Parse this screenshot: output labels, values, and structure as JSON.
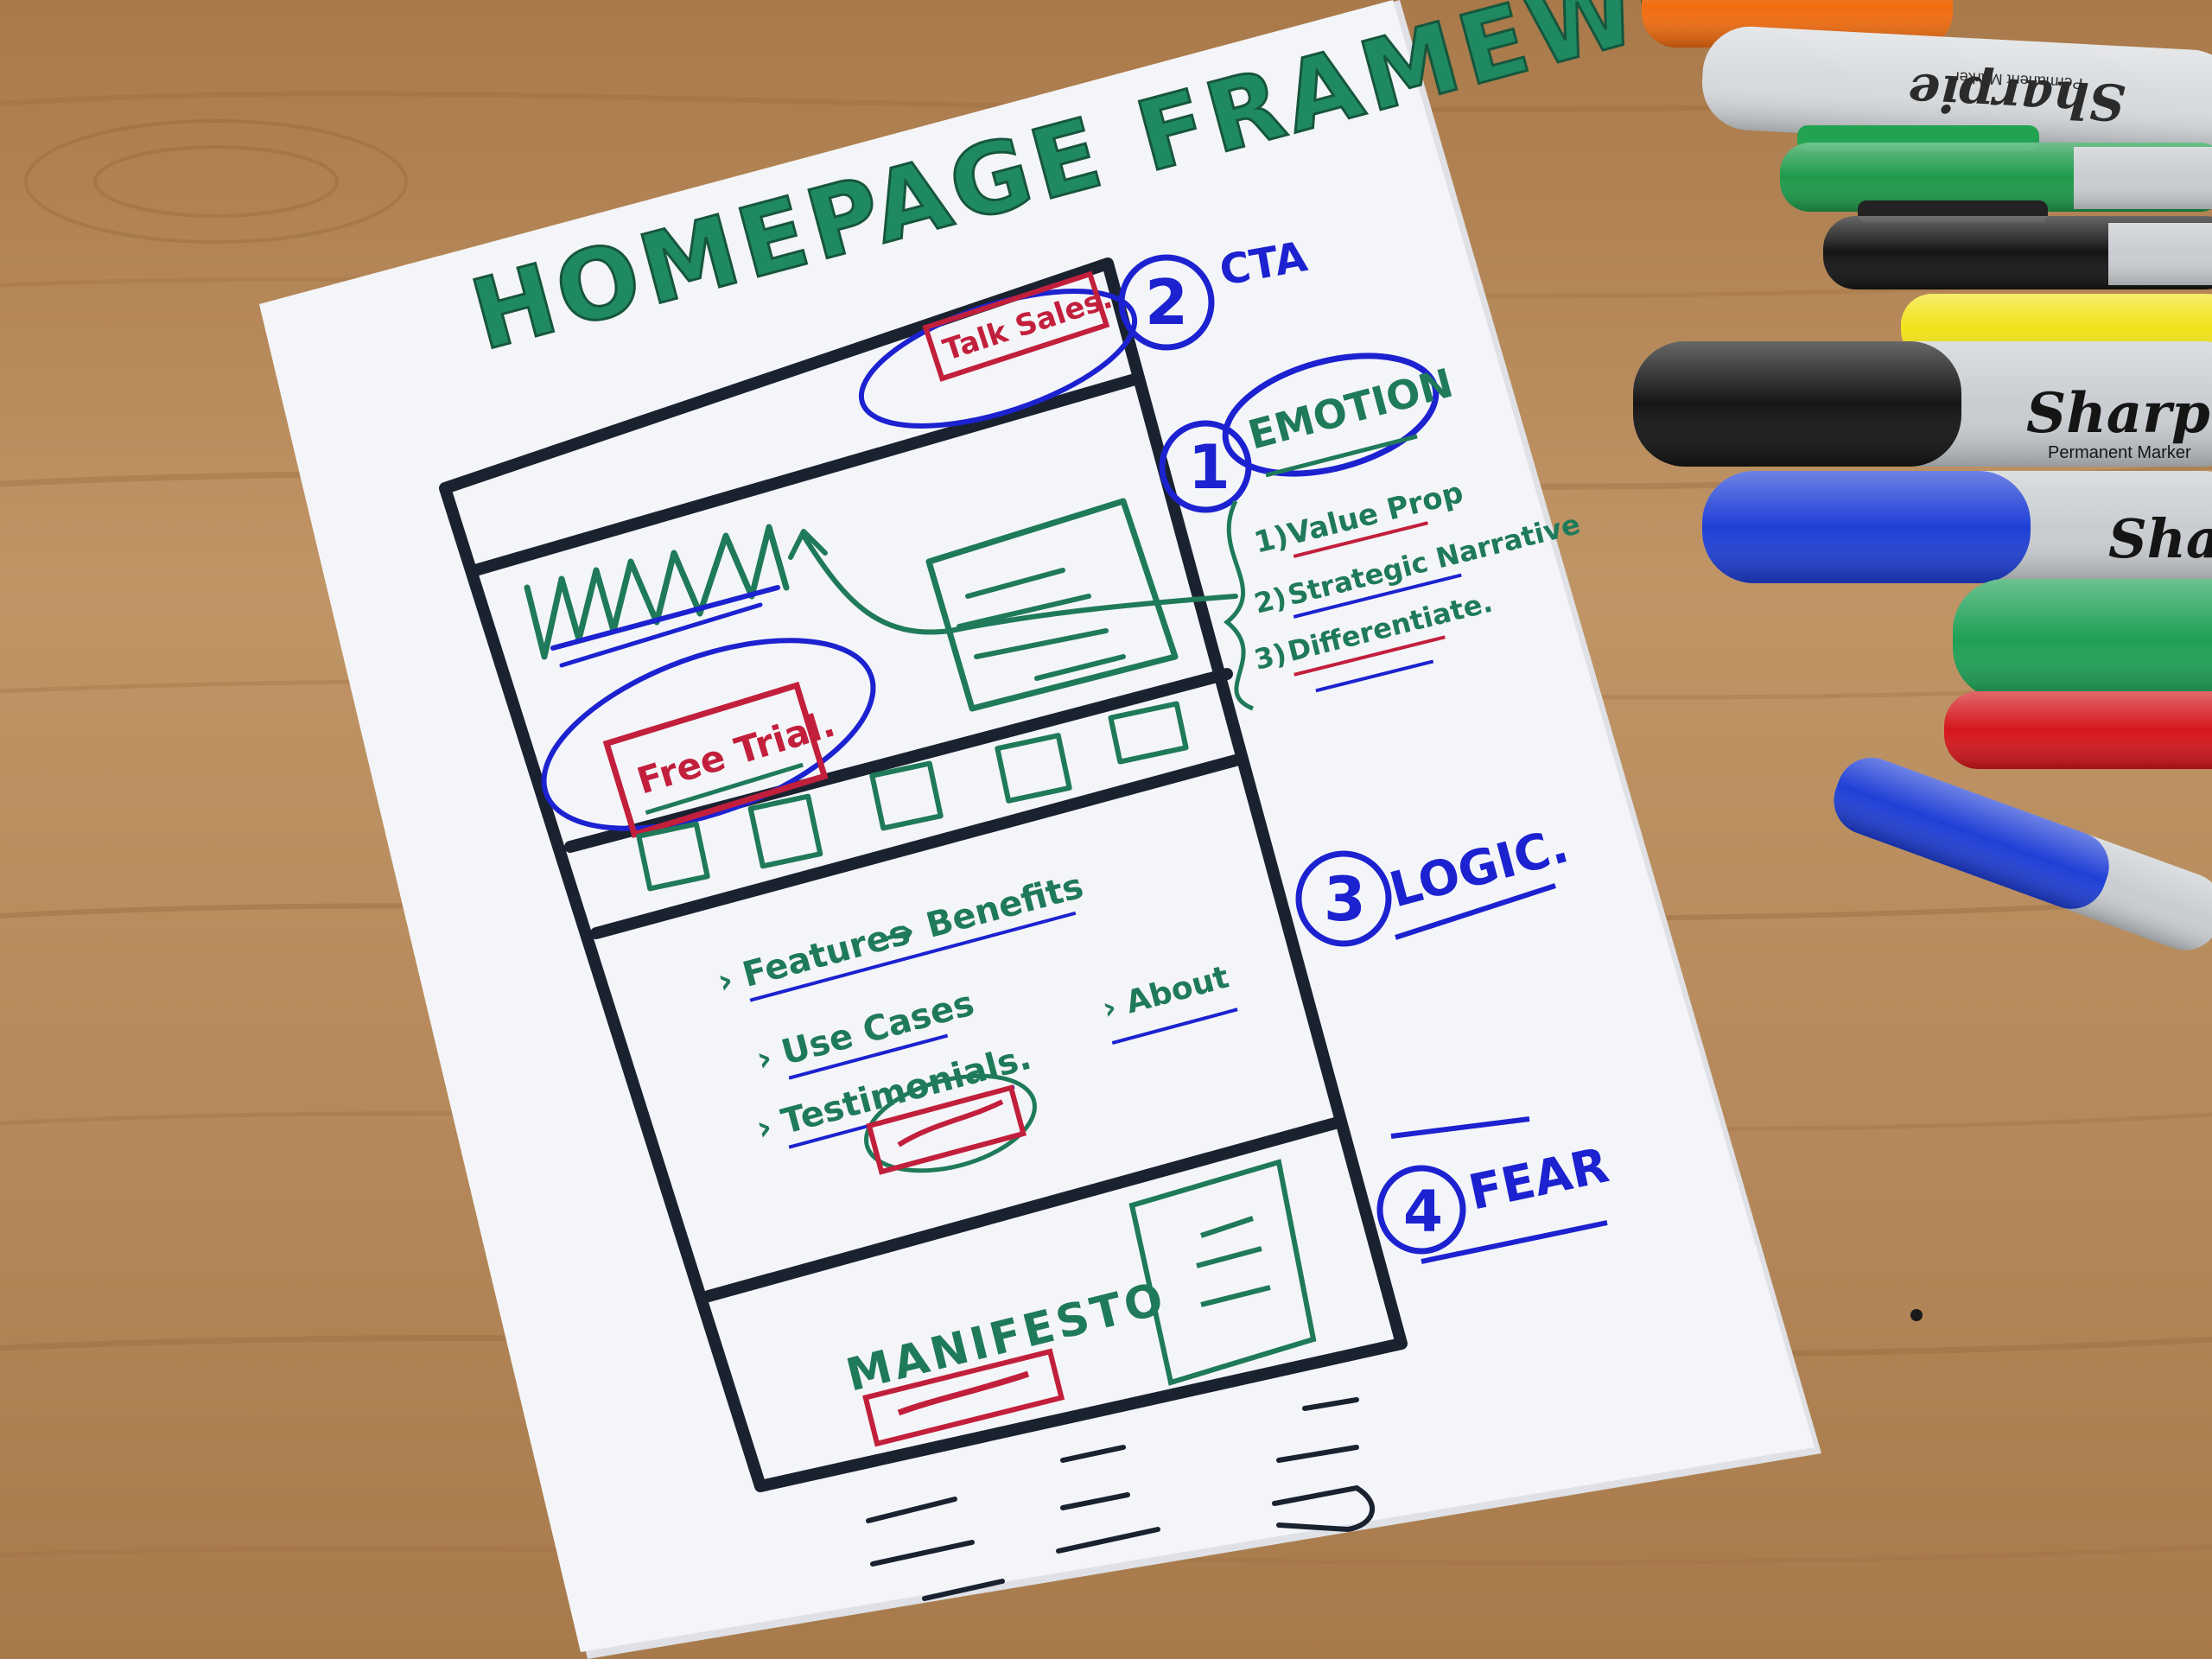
{
  "title": "HOMEPAGE FRAMEWORK",
  "wireframe": {
    "nav_button": "Talk Sales.",
    "hero_button": "Free Trial.",
    "logic_links": [
      "Features",
      "Benefits",
      "Use Cases",
      "Testimonials.",
      "About"
    ],
    "manifesto": "MANIFESTO"
  },
  "annotations": [
    {
      "number": "2",
      "label": "CTA"
    },
    {
      "number": "1",
      "label": "EMOTION",
      "items": [
        "Value Prop",
        "Strategic Narrative",
        "Differentiate."
      ]
    },
    {
      "number": "3",
      "label": "LOGIC."
    },
    {
      "number": "4",
      "label": "FEAR"
    }
  ],
  "markers": [
    {
      "brand": "Sharpie",
      "sub": "Permanent Marker",
      "color": "#d7dadd"
    },
    {
      "brand": "Sharpie",
      "sub": "Permanent Marker",
      "color": "#1b1b1b"
    },
    {
      "brand": "Sharpie",
      "sub": "",
      "color": "#1f3fd6"
    }
  ],
  "colors": {
    "wood": "#b5895a",
    "paper": "#f4f5f8",
    "ink_black": "#1a2230",
    "ink_green": "#1f7a5a",
    "ink_blue": "#1c22d0",
    "ink_red": "#c21f3c"
  }
}
